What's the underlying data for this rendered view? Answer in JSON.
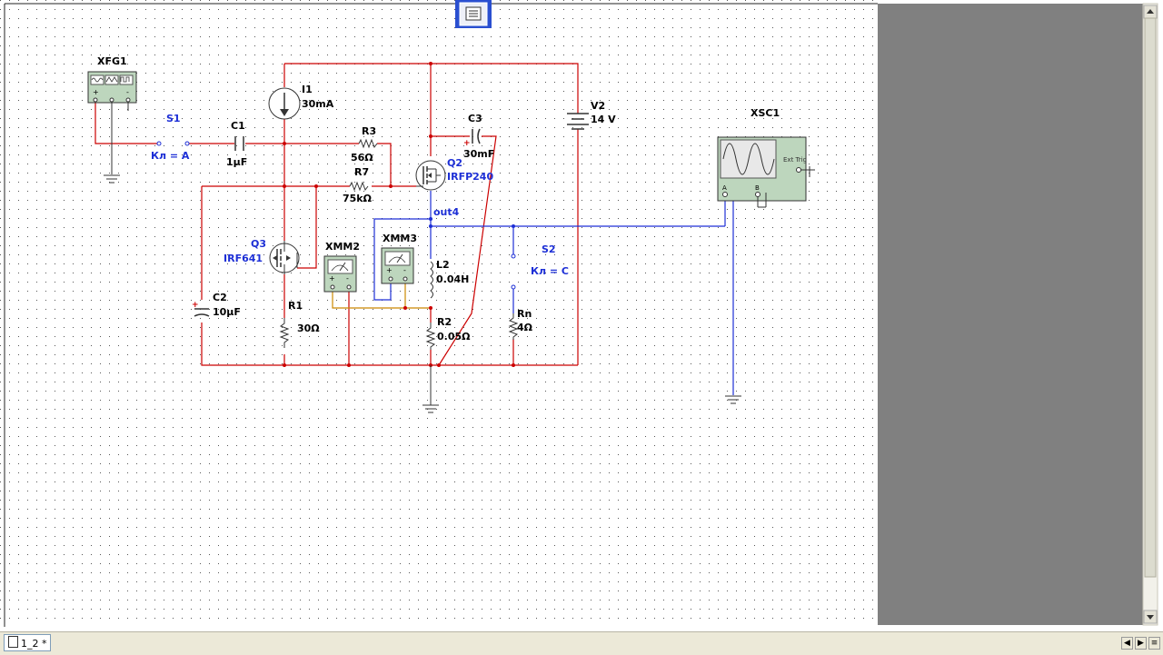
{
  "components": {
    "xfg1": "XFG1",
    "s1": "S1",
    "s1_key": "Кл = A",
    "c1": "C1",
    "c1_val": "1µF",
    "i1": "I1",
    "i1_val": "30mA",
    "r3": "R3",
    "r3_val": "56Ω",
    "r7": "R7",
    "r7_val": "75kΩ",
    "c3": "C3",
    "c3_val": "30mF",
    "v2": "V2",
    "v2_val": "14 V",
    "q2": "Q2",
    "q2_val": "IRFP240",
    "out4": "out4",
    "xsc1": "XSC1",
    "ext_trig": "Ext Trig",
    "scope_a": "A",
    "scope_b": "B",
    "q3": "Q3",
    "q3_val": "IRF641",
    "xmm2": "XMM2",
    "xmm3": "XMM3",
    "l2": "L2",
    "l2_val": "0.04H",
    "s2": "S2",
    "s2_key": "Кл = C",
    "c2": "C2",
    "c2_val": "10µF",
    "r1": "R1",
    "r1_val": "30Ω",
    "r2": "R2",
    "r2_val": "0.05Ω",
    "rn": "Rn",
    "rn_val": "4Ω",
    "plus": "+",
    "minus": "-"
  },
  "tabs": [
    {
      "label": "1_2 *"
    }
  ],
  "colors": {
    "wire_red": "#cc0000",
    "wire_blue": "#1d2fd6",
    "wire_orange": "#cc8800",
    "gray_pane": "#808080",
    "instrument_fill": "#bdd6bd"
  }
}
